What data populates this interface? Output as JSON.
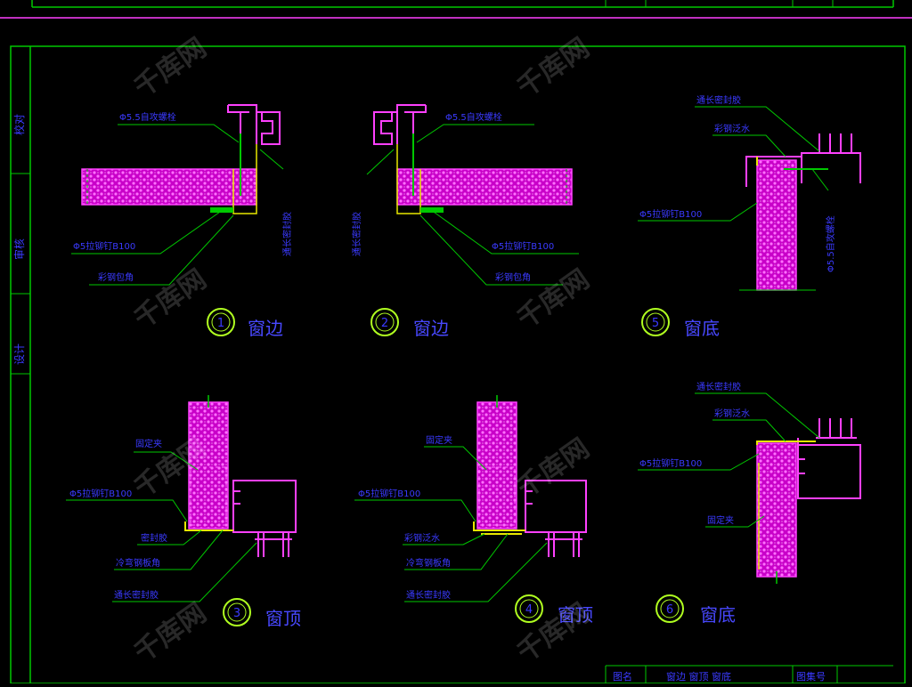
{
  "colors": {
    "background": "#000000",
    "frame": "#00c800",
    "panel_fill": "#d000d0",
    "magenta_line": "#ff40ff",
    "sealant": "#e8e800",
    "leader_text": "#3a3aff",
    "title_text": "#4848ff",
    "callout_circle": "#b0ff20"
  },
  "side_labels": [
    "校对",
    "审核",
    "设计"
  ],
  "watermark": "千库网",
  "title_block": [
    "图名",
    "窗边 窗顶 窗底",
    "图集号"
  ],
  "details": [
    {
      "number": "1",
      "title": "窗边",
      "labels": [
        "Φ5.5自攻螺栓",
        "通长密封胶",
        "Φ5拉铆钉B100",
        "彩钢包角"
      ]
    },
    {
      "number": "2",
      "title": "窗边",
      "labels": [
        "Φ5.5自攻螺栓",
        "通长密封胶",
        "Φ5拉铆钉B100",
        "彩钢包角"
      ]
    },
    {
      "number": "5",
      "title": "窗底",
      "labels": [
        "通长密封胶",
        "彩钢泛水",
        "Φ5拉铆钉B100",
        "Φ5.5自攻螺栓"
      ]
    },
    {
      "number": "3",
      "title": "窗顶",
      "labels": [
        "固定夹",
        "Φ5拉铆钉B100",
        "密封胶",
        "冷弯钢板角",
        "通长密封胶"
      ]
    },
    {
      "number": "4",
      "title": "窗顶",
      "labels": [
        "固定夹",
        "Φ5拉铆钉B100",
        "彩钢泛水",
        "冷弯钢板角",
        "通长密封胶"
      ]
    },
    {
      "number": "6",
      "title": "窗底",
      "labels": [
        "通长密封胶",
        "彩钢泛水",
        "Φ5拉铆钉B100",
        "固定夹"
      ]
    }
  ]
}
